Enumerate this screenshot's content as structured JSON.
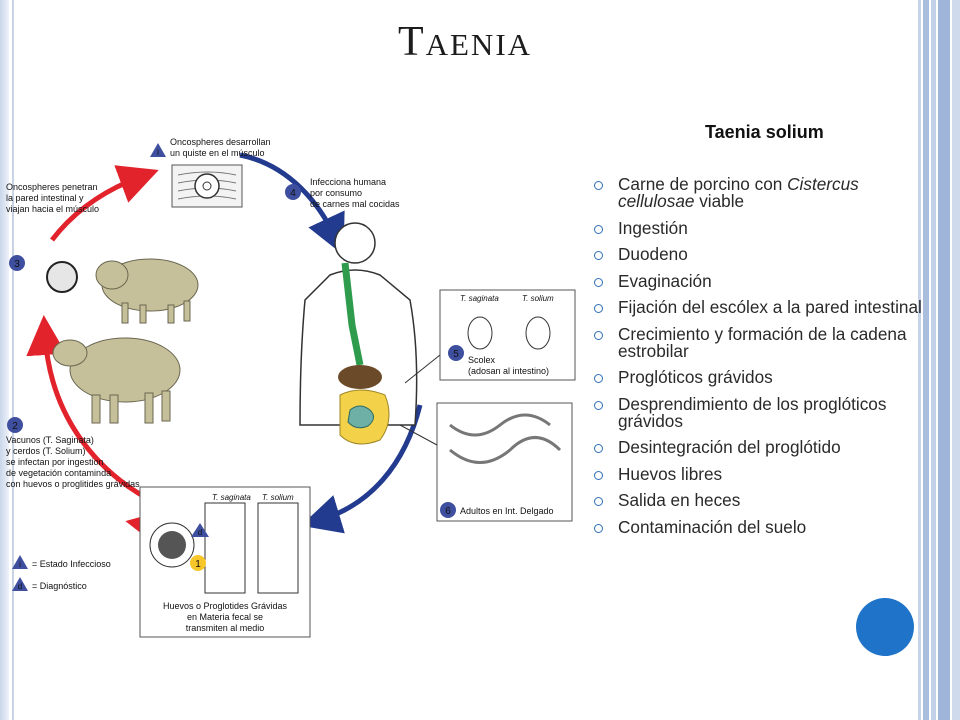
{
  "slide": {
    "title_first": "T",
    "title_rest": "AENIA",
    "subtitle": "Taenia solium",
    "steps": [
      {
        "pre": "Carne de porcino con ",
        "em": "Cistercus cellulosae",
        "post": " viable"
      },
      {
        "pre": "Ingestión",
        "em": "",
        "post": ""
      },
      {
        "pre": "Duodeno",
        "em": "",
        "post": ""
      },
      {
        "pre": "Evaginación",
        "em": "",
        "post": ""
      },
      {
        "pre": "Fijación del escólex a la pared intestinal",
        "em": "",
        "post": ""
      },
      {
        "pre": "Crecimiento y formación de la cadena estrobilar",
        "em": "",
        "post": ""
      },
      {
        "pre": "Proglóticos grávidos",
        "em": "",
        "post": ""
      },
      {
        "pre": "Desprendimiento de los proglóticos grávidos",
        "em": "",
        "post": ""
      },
      {
        "pre": "Desintegración del proglótido",
        "em": "",
        "post": ""
      },
      {
        "pre": "Huevos libres",
        "em": "",
        "post": ""
      },
      {
        "pre": "Salida en heces",
        "em": "",
        "post": ""
      },
      {
        "pre": "Contaminación del suelo",
        "em": "",
        "post": ""
      }
    ]
  },
  "diagram": {
    "step1_number": "1",
    "step2_number": "2",
    "step3_number": "3",
    "step4_number": "4",
    "step5_number": "5",
    "step6_number": "6",
    "legend_i": "i",
    "legend_d": "d",
    "label_top_1": "Oncospheres desarrollan",
    "label_top_2": "un quiste en el músculo",
    "label_human_1": "Infecciona humana",
    "label_human_2": "por consumo",
    "label_human_3": "de carnes mal cocidas",
    "label_onco_1": "Oncospheres penetran",
    "label_onco_2": "la pared intestinal y",
    "label_onco_3": "viajan hacia el músculo",
    "label_cattle_1": "Vacunos (T. Saginata)",
    "label_cattle_2": "y cerdos (T. Solium)",
    "label_cattle_3": "se infectan por ingestion",
    "label_cattle_4": "de vegetación contaminda",
    "label_cattle_5": "con huevos o proglitides grávidas",
    "species_saginata": "T. saginata",
    "species_solium": "T. solium",
    "scolex_1": "Scolex",
    "scolex_2": "(adosan al intestino)",
    "adults": "Adultos en Int. Delgado",
    "eggs_1": "Huevos o Proglotides Grávidas",
    "eggs_2": "en Materia fecal se",
    "eggs_3": "transmiten al medio",
    "legend_infective": "= Estado Infeccioso",
    "legend_diagnostic": "= Diagnóstico"
  }
}
